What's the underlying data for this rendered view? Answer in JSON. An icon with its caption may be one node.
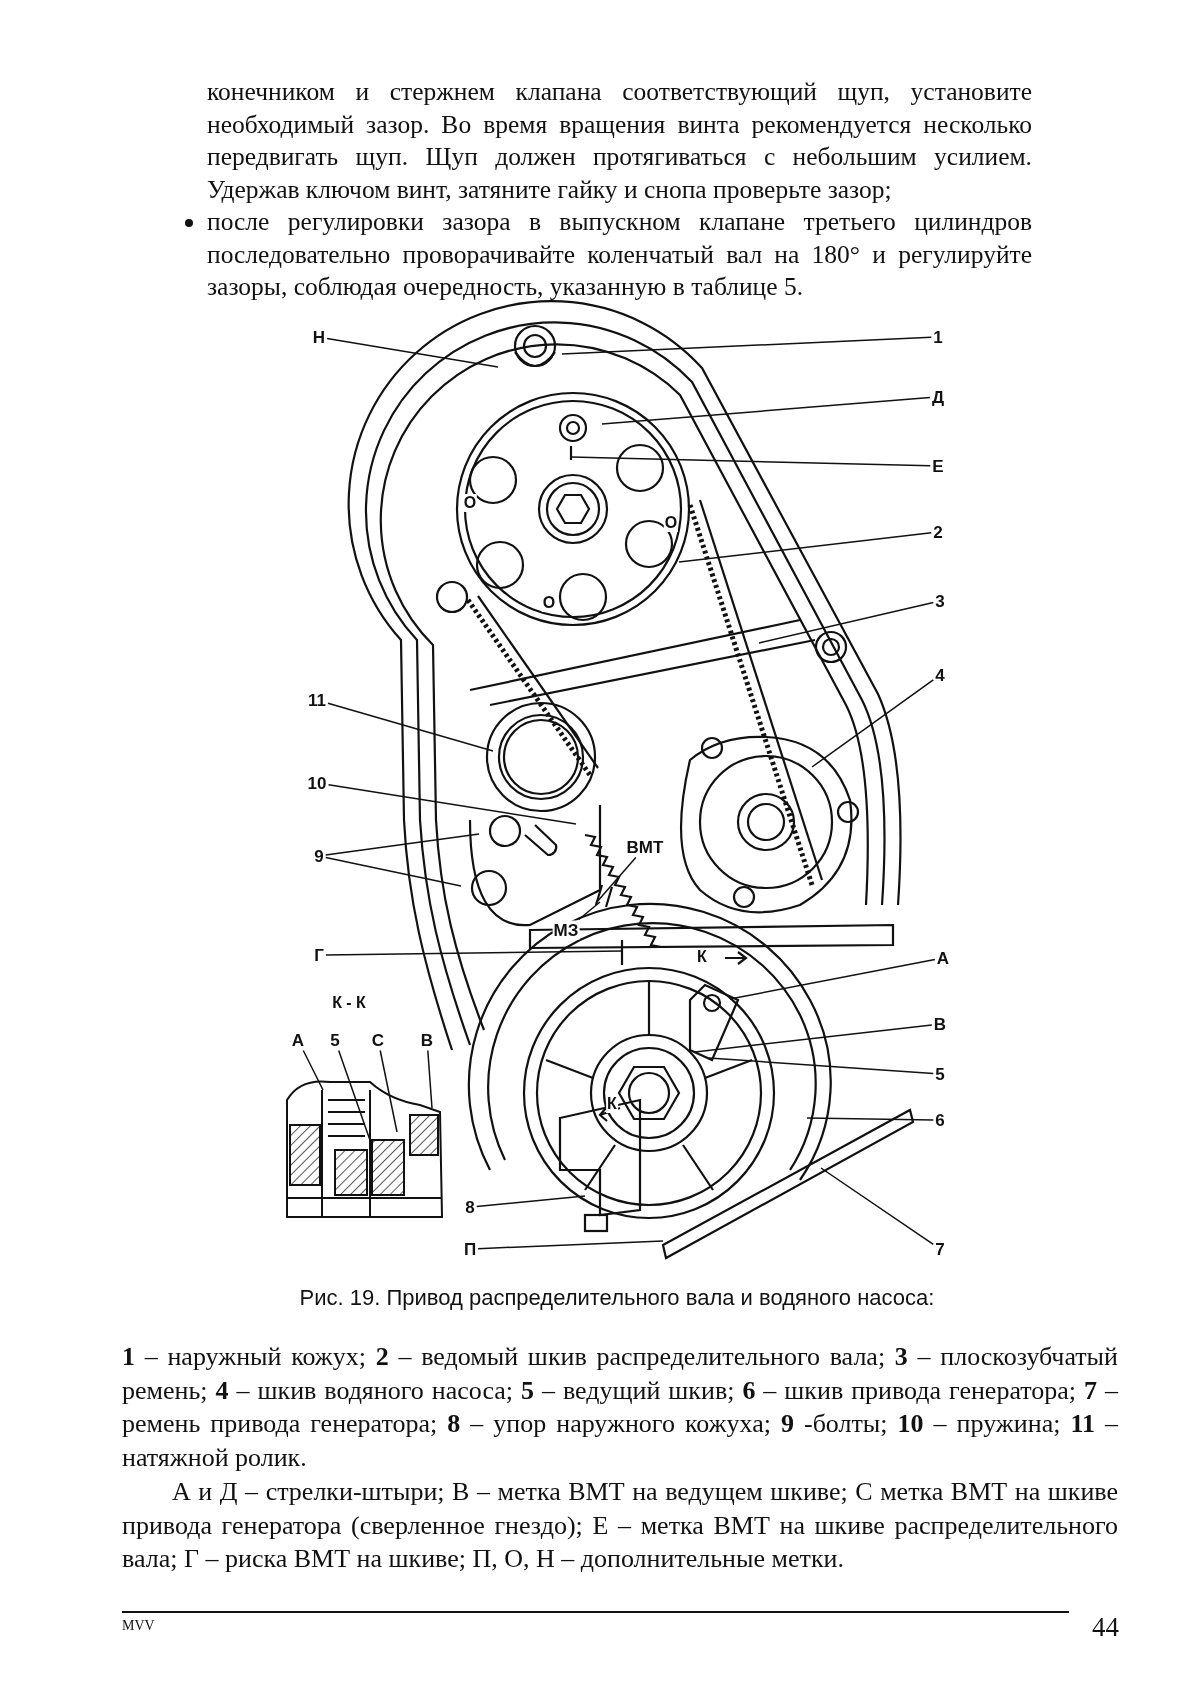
{
  "diagram": {
    "caption": "Рис. 19. Привод распределительного вала и водяного насоса:",
    "nodes": [
      {
        "text": [
          "Н"
        ]
      },
      {
        "text": [
          "1"
        ]
      },
      {
        "text": [
          "Д"
        ]
      },
      {
        "text": [
          "Е"
        ]
      },
      {
        "text": [
          "2"
        ]
      },
      {
        "text": [
          "3"
        ]
      },
      {
        "text": [
          "4"
        ]
      },
      {
        "text": [
          "11"
        ]
      },
      {
        "text": [
          "10"
        ]
      },
      {
        "text": [
          "9"
        ]
      },
      {
        "text": [
          "ВМТ"
        ]
      },
      {
        "text": [
          "МЗ"
        ]
      },
      {
        "text": [
          "Г"
        ]
      },
      {
        "text": [
          "А"
        ]
      },
      {
        "text": [
          "В"
        ]
      },
      {
        "text": [
          "5"
        ]
      },
      {
        "text": [
          "6"
        ]
      },
      {
        "text": [
          "7"
        ]
      },
      {
        "text": [
          "8"
        ]
      },
      {
        "text": [
          "П"
        ]
      },
      {
        "text": [
          "А"
        ]
      },
      {
        "text": [
          "5"
        ]
      },
      {
        "text": [
          "С"
        ]
      },
      {
        "text": [
          "В"
        ]
      }
    ],
    "edges": [
      {
        "from": 0,
        "to": null,
        "arrow": "none"
      },
      {
        "from": 1,
        "to": null,
        "arrow": "none"
      },
      {
        "from": 2,
        "to": null,
        "arrow": "none"
      },
      {
        "from": 3,
        "to": null,
        "arrow": "none"
      },
      {
        "from": 4,
        "to": null,
        "arrow": "none"
      },
      {
        "from": 5,
        "to": null,
        "arrow": "none"
      },
      {
        "from": 6,
        "to": null,
        "arrow": "none"
      },
      {
        "from": 7,
        "to": null,
        "arrow": "none"
      },
      {
        "from": 8,
        "to": null,
        "arrow": "none"
      },
      {
        "from": 9,
        "to": null,
        "arrow": "none"
      },
      {
        "from": 9,
        "to": null,
        "arrow": "none"
      },
      {
        "from": 10,
        "to": null,
        "arrow": "none"
      },
      {
        "from": 11,
        "to": null,
        "arrow": "none"
      },
      {
        "from": 12,
        "to": null,
        "arrow": "none"
      },
      {
        "from": 13,
        "to": null,
        "arrow": "none"
      },
      {
        "from": 14,
        "to": null,
        "arrow": "none"
      },
      {
        "from": 15,
        "to": null,
        "arrow": "none"
      },
      {
        "from": 16,
        "to": null,
        "arrow": "none"
      },
      {
        "from": 17,
        "to": null,
        "arrow": "none"
      },
      {
        "from": 18,
        "to": null,
        "arrow": "none"
      },
      {
        "from": 19,
        "to": null,
        "arrow": "none"
      },
      {
        "from": 20,
        "to": null,
        "arrow": "none"
      },
      {
        "from": 21,
        "to": null,
        "arrow": "none"
      },
      {
        "from": 22,
        "to": null,
        "arrow": "none"
      },
      {
        "from": 23,
        "to": null,
        "arrow": "none"
      }
    ],
    "labels": [
      "конечником и стержнем клапана соответствующий щуп, установите необходимый зазор. Во время вращения винта рекомендуется несколько передвигать щуп. Щуп должен протягиваться с небольшим усилием. Удержав ключом винт, затяните гайку и снопа проверьте зазор;",
      "после регулировки зазора в выпускном клапане третьего цилиндров последовательно проворачивайте коленчатый вал на 180° и регулируйте зазоры, соблюдая очередность, указанную в таблице 5.",
      "О",
      "О",
      "О",
      "К",
      "К - К",
      "К",
      "**1** – наружный кожух; **2** – ведомый шкив распределительного вала; **3** – плоскозубчатый ремень; **4** – шкив водяного насоса; **5** – ведущий шкив; **6** – шкив привода генератора; **7** – ремень привода генератора; **8** – упор наружного кожуха; **9** -болты; **10** – пружина; **11** – натяжной ролик.",
      "А и Д – стрелки-штыри; В – метка ВМТ на ведущем шкиве; С метка ВМТ на шкиве привода генератора (сверленное гнездо); Е – метка ВМТ на шкиве распределительного вала; Г – риска ВМТ на шкиве; П, О, Н – дополнительные метки.",
      "MVV",
      "44"
    ]
  }
}
